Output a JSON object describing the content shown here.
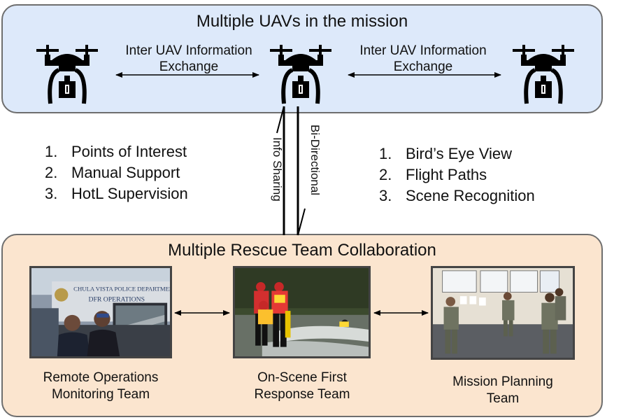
{
  "uav_panel": {
    "title": "Multiple UAVs in the mission",
    "exchange_left_line1": "Inter UAV Information",
    "exchange_left_line2": "Exchange",
    "exchange_right_line1": "Inter UAV Information",
    "exchange_right_line2": "Exchange"
  },
  "link": {
    "left_label": "Info Sharing",
    "right_label": "Bi-Directional"
  },
  "team_to_uav_list": [
    {
      "num": "1.",
      "label": "Points of Interest"
    },
    {
      "num": "2.",
      "label": "Manual Support"
    },
    {
      "num": "3.",
      "label": "HotL Supervision"
    }
  ],
  "uav_to_team_list": [
    {
      "num": "1.",
      "label": "Bird’s Eye View"
    },
    {
      "num": "2.",
      "label": "Flight Paths"
    },
    {
      "num": "3.",
      "label": "Scene Recognition"
    }
  ],
  "team_panel": {
    "title": "Multiple Rescue Team Collaboration",
    "photo_sign_line1": "CHULA VISTA POLICE DEPARTMENT",
    "photo_sign_line2": "DFR OPERATIONS",
    "teams": [
      {
        "line1": "Remote Operations",
        "line2": "Monitoring Team"
      },
      {
        "line1": "On-Scene First",
        "line2": "Response Team"
      },
      {
        "line1": "Mission Planning",
        "line2": "Team"
      }
    ]
  },
  "colors": {
    "uav_panel_bg": "#dde9fa",
    "team_panel_bg": "#fbe5cf",
    "border": "#6e6e6e",
    "drone": "#000000"
  }
}
